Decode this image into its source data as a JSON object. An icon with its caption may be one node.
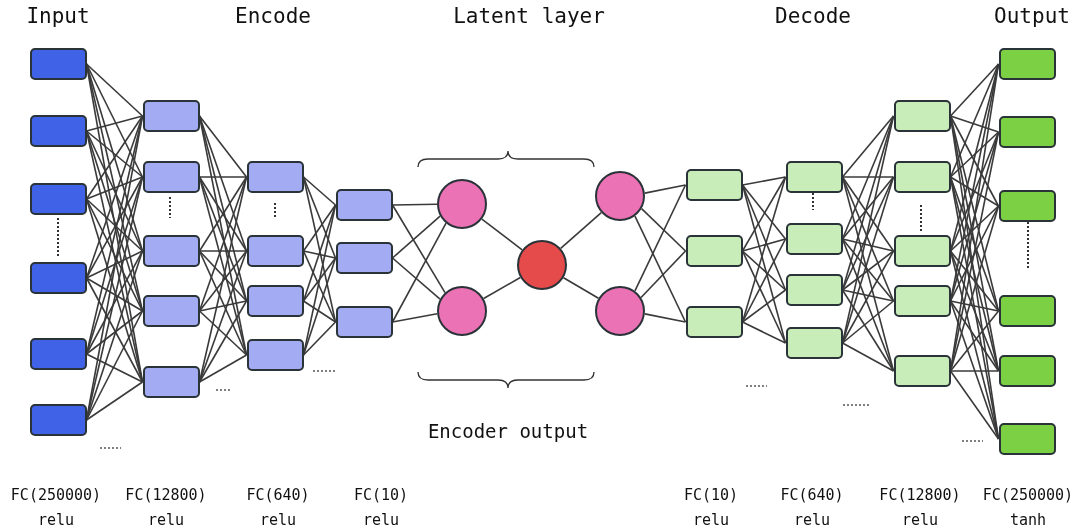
{
  "diagram": {
    "nodes": [
      {
        "text": [],
        "shape": "box"
      },
      {
        "text": [],
        "shape": "box"
      },
      {
        "text": [],
        "shape": "box"
      },
      {
        "text": [],
        "shape": "box"
      },
      {
        "text": [],
        "shape": "box"
      },
      {
        "text": [],
        "shape": "box"
      },
      {
        "text": [],
        "shape": "box"
      },
      {
        "text": [],
        "shape": "box"
      },
      {
        "text": [],
        "shape": "box"
      },
      {
        "text": [],
        "shape": "box"
      },
      {
        "text": [],
        "shape": "box"
      },
      {
        "text": [],
        "shape": "box"
      },
      {
        "text": [],
        "shape": "box"
      },
      {
        "text": [],
        "shape": "box"
      },
      {
        "text": [],
        "shape": "box"
      },
      {
        "text": [],
        "shape": "box"
      },
      {
        "text": [],
        "shape": "box"
      },
      {
        "text": [],
        "shape": "box"
      },
      {
        "text": [],
        "shape": "circle"
      },
      {
        "text": [],
        "shape": "circle"
      },
      {
        "text": [],
        "shape": "circle"
      },
      {
        "text": [],
        "shape": "circle"
      },
      {
        "text": [],
        "shape": "circle"
      },
      {
        "text": [],
        "shape": "box"
      },
      {
        "text": [],
        "shape": "box"
      },
      {
        "text": [],
        "shape": "box"
      },
      {
        "text": [],
        "shape": "box"
      },
      {
        "text": [],
        "shape": "box"
      },
      {
        "text": [],
        "shape": "box"
      },
      {
        "text": [],
        "shape": "box"
      },
      {
        "text": [],
        "shape": "box"
      },
      {
        "text": [],
        "shape": "box"
      },
      {
        "text": [],
        "shape": "box"
      },
      {
        "text": [],
        "shape": "box"
      },
      {
        "text": [],
        "shape": "box"
      },
      {
        "text": [],
        "shape": "box"
      },
      {
        "text": [],
        "shape": "box"
      },
      {
        "text": [],
        "shape": "box"
      },
      {
        "text": [],
        "shape": "box"
      },
      {
        "text": [],
        "shape": "box"
      },
      {
        "text": [],
        "shape": "box"
      }
    ],
    "edges": [
      {
        "from": 0,
        "to": 6,
        "arrow": "none"
      },
      {
        "from": 0,
        "to": 7,
        "arrow": "none"
      },
      {
        "from": 0,
        "to": 8,
        "arrow": "none"
      },
      {
        "from": 0,
        "to": 9,
        "arrow": "none"
      },
      {
        "from": 0,
        "to": 10,
        "arrow": "none"
      },
      {
        "from": 1,
        "to": 6,
        "arrow": "none"
      },
      {
        "from": 1,
        "to": 7,
        "arrow": "none"
      },
      {
        "from": 1,
        "to": 8,
        "arrow": "none"
      },
      {
        "from": 1,
        "to": 9,
        "arrow": "none"
      },
      {
        "from": 1,
        "to": 10,
        "arrow": "none"
      },
      {
        "from": 2,
        "to": 6,
        "arrow": "none"
      },
      {
        "from": 2,
        "to": 7,
        "arrow": "none"
      },
      {
        "from": 2,
        "to": 8,
        "arrow": "none"
      },
      {
        "from": 2,
        "to": 9,
        "arrow": "none"
      },
      {
        "from": 2,
        "to": 10,
        "arrow": "none"
      },
      {
        "from": 3,
        "to": 6,
        "arrow": "none"
      },
      {
        "from": 3,
        "to": 7,
        "arrow": "none"
      },
      {
        "from": 3,
        "to": 8,
        "arrow": "none"
      },
      {
        "from": 3,
        "to": 9,
        "arrow": "none"
      },
      {
        "from": 3,
        "to": 10,
        "arrow": "none"
      },
      {
        "from": 4,
        "to": 6,
        "arrow": "none"
      },
      {
        "from": 4,
        "to": 7,
        "arrow": "none"
      },
      {
        "from": 4,
        "to": 8,
        "arrow": "none"
      },
      {
        "from": 4,
        "to": 9,
        "arrow": "none"
      },
      {
        "from": 4,
        "to": 10,
        "arrow": "none"
      },
      {
        "from": 5,
        "to": 6,
        "arrow": "none"
      },
      {
        "from": 5,
        "to": 7,
        "arrow": "none"
      },
      {
        "from": 5,
        "to": 8,
        "arrow": "none"
      },
      {
        "from": 5,
        "to": 9,
        "arrow": "none"
      },
      {
        "from": 5,
        "to": 10,
        "arrow": "none"
      },
      {
        "from": 6,
        "to": 11,
        "arrow": "none"
      },
      {
        "from": 6,
        "to": 12,
        "arrow": "none"
      },
      {
        "from": 6,
        "to": 13,
        "arrow": "none"
      },
      {
        "from": 6,
        "to": 14,
        "arrow": "none"
      },
      {
        "from": 7,
        "to": 11,
        "arrow": "none"
      },
      {
        "from": 7,
        "to": 12,
        "arrow": "none"
      },
      {
        "from": 7,
        "to": 13,
        "arrow": "none"
      },
      {
        "from": 7,
        "to": 14,
        "arrow": "none"
      },
      {
        "from": 8,
        "to": 11,
        "arrow": "none"
      },
      {
        "from": 8,
        "to": 12,
        "arrow": "none"
      },
      {
        "from": 8,
        "to": 13,
        "arrow": "none"
      },
      {
        "from": 8,
        "to": 14,
        "arrow": "none"
      },
      {
        "from": 9,
        "to": 11,
        "arrow": "none"
      },
      {
        "from": 9,
        "to": 12,
        "arrow": "none"
      },
      {
        "from": 9,
        "to": 13,
        "arrow": "none"
      },
      {
        "from": 9,
        "to": 14,
        "arrow": "none"
      },
      {
        "from": 10,
        "to": 11,
        "arrow": "none"
      },
      {
        "from": 10,
        "to": 12,
        "arrow": "none"
      },
      {
        "from": 10,
        "to": 13,
        "arrow": "none"
      },
      {
        "from": 10,
        "to": 14,
        "arrow": "none"
      },
      {
        "from": 11,
        "to": 15,
        "arrow": "none"
      },
      {
        "from": 11,
        "to": 16,
        "arrow": "none"
      },
      {
        "from": 11,
        "to": 17,
        "arrow": "none"
      },
      {
        "from": 12,
        "to": 15,
        "arrow": "none"
      },
      {
        "from": 12,
        "to": 16,
        "arrow": "none"
      },
      {
        "from": 12,
        "to": 17,
        "arrow": "none"
      },
      {
        "from": 13,
        "to": 15,
        "arrow": "none"
      },
      {
        "from": 13,
        "to": 16,
        "arrow": "none"
      },
      {
        "from": 13,
        "to": 17,
        "arrow": "none"
      },
      {
        "from": 14,
        "to": 15,
        "arrow": "none"
      },
      {
        "from": 14,
        "to": 16,
        "arrow": "none"
      },
      {
        "from": 14,
        "to": 17,
        "arrow": "none"
      },
      {
        "from": 15,
        "to": 18,
        "arrow": "none"
      },
      {
        "from": 15,
        "to": 19,
        "arrow": "none"
      },
      {
        "from": 16,
        "to": 18,
        "arrow": "none"
      },
      {
        "from": 16,
        "to": 19,
        "arrow": "none"
      },
      {
        "from": 17,
        "to": 18,
        "arrow": "none"
      },
      {
        "from": 17,
        "to": 19,
        "arrow": "none"
      },
      {
        "from": 18,
        "to": 20,
        "arrow": "none"
      },
      {
        "from": 19,
        "to": 20,
        "arrow": "none"
      },
      {
        "from": 20,
        "to": 21,
        "arrow": "none"
      },
      {
        "from": 20,
        "to": 22,
        "arrow": "none"
      },
      {
        "from": 21,
        "to": 23,
        "arrow": "none"
      },
      {
        "from": 21,
        "to": 24,
        "arrow": "none"
      },
      {
        "from": 21,
        "to": 25,
        "arrow": "none"
      },
      {
        "from": 22,
        "to": 23,
        "arrow": "none"
      },
      {
        "from": 22,
        "to": 24,
        "arrow": "none"
      },
      {
        "from": 22,
        "to": 25,
        "arrow": "none"
      },
      {
        "from": 23,
        "to": 26,
        "arrow": "none"
      },
      {
        "from": 23,
        "to": 27,
        "arrow": "none"
      },
      {
        "from": 23,
        "to": 28,
        "arrow": "none"
      },
      {
        "from": 23,
        "to": 29,
        "arrow": "none"
      },
      {
        "from": 24,
        "to": 26,
        "arrow": "none"
      },
      {
        "from": 24,
        "to": 27,
        "arrow": "none"
      },
      {
        "from": 24,
        "to": 28,
        "arrow": "none"
      },
      {
        "from": 24,
        "to": 29,
        "arrow": "none"
      },
      {
        "from": 25,
        "to": 26,
        "arrow": "none"
      },
      {
        "from": 25,
        "to": 27,
        "arrow": "none"
      },
      {
        "from": 25,
        "to": 28,
        "arrow": "none"
      },
      {
        "from": 25,
        "to": 29,
        "arrow": "none"
      },
      {
        "from": 26,
        "to": 30,
        "arrow": "none"
      },
      {
        "from": 26,
        "to": 31,
        "arrow": "none"
      },
      {
        "from": 26,
        "to": 32,
        "arrow": "none"
      },
      {
        "from": 26,
        "to": 33,
        "arrow": "none"
      },
      {
        "from": 26,
        "to": 34,
        "arrow": "none"
      },
      {
        "from": 27,
        "to": 30,
        "arrow": "none"
      },
      {
        "from": 27,
        "to": 31,
        "arrow": "none"
      },
      {
        "from": 27,
        "to": 32,
        "arrow": "none"
      },
      {
        "from": 27,
        "to": 33,
        "arrow": "none"
      },
      {
        "from": 27,
        "to": 34,
        "arrow": "none"
      },
      {
        "from": 28,
        "to": 30,
        "arrow": "none"
      },
      {
        "from": 28,
        "to": 31,
        "arrow": "none"
      },
      {
        "from": 28,
        "to": 32,
        "arrow": "none"
      },
      {
        "from": 28,
        "to": 33,
        "arrow": "none"
      },
      {
        "from": 28,
        "to": 34,
        "arrow": "none"
      },
      {
        "from": 29,
        "to": 30,
        "arrow": "none"
      },
      {
        "from": 29,
        "to": 31,
        "arrow": "none"
      },
      {
        "from": 29,
        "to": 32,
        "arrow": "none"
      },
      {
        "from": 29,
        "to": 33,
        "arrow": "none"
      },
      {
        "from": 29,
        "to": 34,
        "arrow": "none"
      },
      {
        "from": 30,
        "to": 35,
        "arrow": "none"
      },
      {
        "from": 30,
        "to": 36,
        "arrow": "none"
      },
      {
        "from": 30,
        "to": 37,
        "arrow": "none"
      },
      {
        "from": 30,
        "to": 38,
        "arrow": "none"
      },
      {
        "from": 30,
        "to": 39,
        "arrow": "none"
      },
      {
        "from": 30,
        "to": 40,
        "arrow": "none"
      },
      {
        "from": 31,
        "to": 35,
        "arrow": "none"
      },
      {
        "from": 31,
        "to": 36,
        "arrow": "none"
      },
      {
        "from": 31,
        "to": 37,
        "arrow": "none"
      },
      {
        "from": 31,
        "to": 38,
        "arrow": "none"
      },
      {
        "from": 31,
        "to": 39,
        "arrow": "none"
      },
      {
        "from": 31,
        "to": 40,
        "arrow": "none"
      },
      {
        "from": 32,
        "to": 35,
        "arrow": "none"
      },
      {
        "from": 32,
        "to": 36,
        "arrow": "none"
      },
      {
        "from": 32,
        "to": 37,
        "arrow": "none"
      },
      {
        "from": 32,
        "to": 38,
        "arrow": "none"
      },
      {
        "from": 32,
        "to": 39,
        "arrow": "none"
      },
      {
        "from": 32,
        "to": 40,
        "arrow": "none"
      },
      {
        "from": 33,
        "to": 35,
        "arrow": "none"
      },
      {
        "from": 33,
        "to": 36,
        "arrow": "none"
      },
      {
        "from": 33,
        "to": 37,
        "arrow": "none"
      },
      {
        "from": 33,
        "to": 38,
        "arrow": "none"
      },
      {
        "from": 33,
        "to": 39,
        "arrow": "none"
      },
      {
        "from": 33,
        "to": 40,
        "arrow": "none"
      },
      {
        "from": 34,
        "to": 35,
        "arrow": "none"
      },
      {
        "from": 34,
        "to": 36,
        "arrow": "none"
      },
      {
        "from": 34,
        "to": 37,
        "arrow": "none"
      },
      {
        "from": 34,
        "to": 38,
        "arrow": "none"
      },
      {
        "from": 34,
        "to": 39,
        "arrow": "none"
      },
      {
        "from": 34,
        "to": 40,
        "arrow": "none"
      }
    ],
    "labels": [
      "Input",
      "Encode",
      "Latent layer",
      "Decode",
      "Output",
      "Encoder output",
      "FC(250000)",
      "FC(12800)",
      "FC(640)",
      "FC(10)",
      "FC(10)",
      "FC(640)",
      "FC(12800)",
      "FC(250000)",
      "relu",
      "relu",
      "relu",
      "relu",
      "relu",
      "relu",
      "relu",
      "tanh"
    ]
  }
}
